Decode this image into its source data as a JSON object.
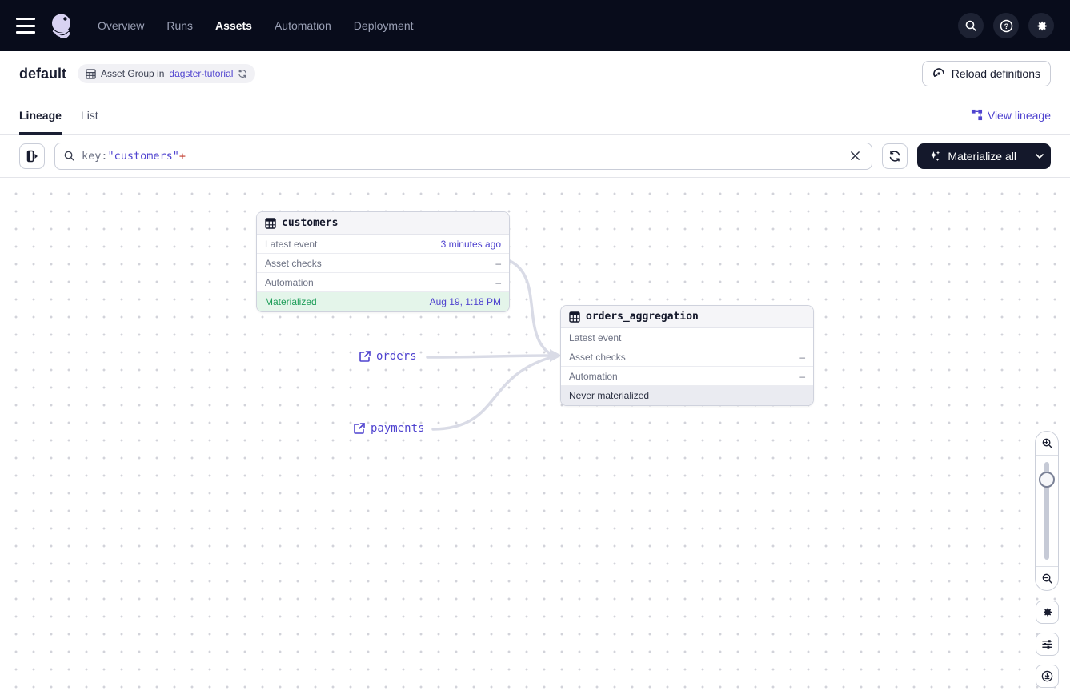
{
  "nav": {
    "items": [
      {
        "label": "Overview",
        "active": false
      },
      {
        "label": "Runs",
        "active": false
      },
      {
        "label": "Assets",
        "active": true
      },
      {
        "label": "Automation",
        "active": false
      },
      {
        "label": "Deployment",
        "active": false
      }
    ]
  },
  "header": {
    "title": "default",
    "group_tag": {
      "text": "Asset Group in",
      "link": "dagster-tutorial"
    },
    "reload_button": "Reload definitions"
  },
  "tabs": {
    "lineage": "Lineage",
    "list": "List",
    "view_lineage": "View lineage"
  },
  "toolbar": {
    "query": {
      "key": "key:",
      "value": "\"customers\"",
      "plus": "+"
    },
    "materialize_button": "Materialize all"
  },
  "graph": {
    "customers": {
      "title": "customers",
      "rows": [
        {
          "label": "Latest event",
          "value": "3 minutes ago"
        },
        {
          "label": "Asset checks",
          "value": "–"
        },
        {
          "label": "Automation",
          "value": "–"
        },
        {
          "label": "Materialized",
          "value": "Aug 19, 1:18 PM"
        }
      ]
    },
    "orders_aggregation": {
      "title": "orders_aggregation",
      "rows": [
        {
          "label": "Latest event",
          "value": ""
        },
        {
          "label": "Asset checks",
          "value": "–"
        },
        {
          "label": "Automation",
          "value": "–"
        },
        {
          "label": "Never materialized",
          "value": ""
        }
      ]
    },
    "external_assets": [
      {
        "label": "orders"
      },
      {
        "label": "payments"
      }
    ]
  },
  "colors": {
    "nav_bg": "#080c1b",
    "accent_purple": "#4f43cf",
    "green_text": "#1f9e5a",
    "green_bg": "#e4f5ea",
    "edge": "#d9dbe6",
    "query_plus_red": "#c0392b",
    "materialize_bg": "#14182b"
  }
}
